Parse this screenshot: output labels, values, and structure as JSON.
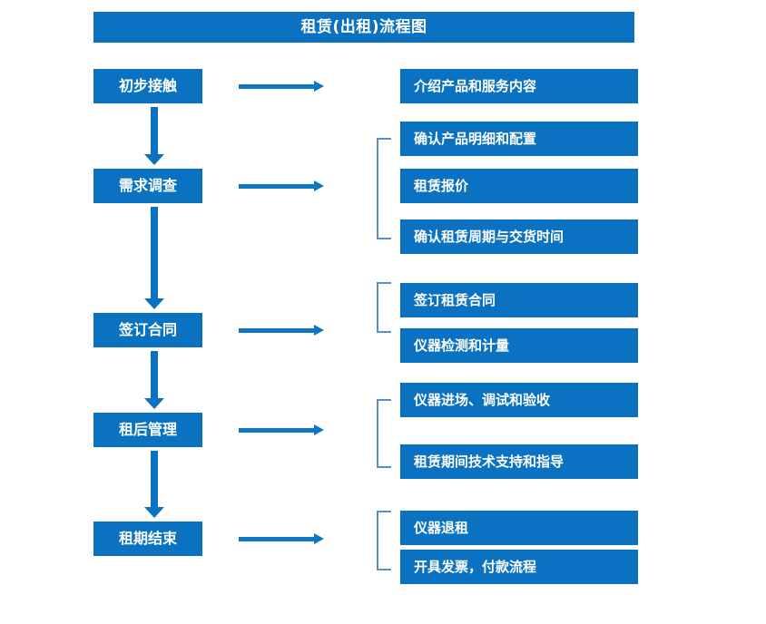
{
  "title": "租赁(出租)流程图",
  "colors": {
    "box_blue": "#0a72c0",
    "arrow_blue": "#0e76c2",
    "bracket_blue": "#5b8fc9",
    "text_white": "#ffffff",
    "background": "#ffffff"
  },
  "stages": [
    {
      "label": "初步接触"
    },
    {
      "label": "需求调查"
    },
    {
      "label": "签订合同"
    },
    {
      "label": "租后管理"
    },
    {
      "label": "租期结束"
    }
  ],
  "details": [
    {
      "label": "介绍产品和服务内容"
    },
    {
      "label": "确认产品明细和配置"
    },
    {
      "label": "租赁报价"
    },
    {
      "label": "确认租赁周期与交货时间"
    },
    {
      "label": "签订租赁合同"
    },
    {
      "label": "仪器检测和计量"
    },
    {
      "label": "仪器进场、调试和验收"
    },
    {
      "label": "租赁期间技术支持和指导"
    },
    {
      "label": "仪器退租"
    },
    {
      "label": "开具发票，付款流程"
    }
  ]
}
